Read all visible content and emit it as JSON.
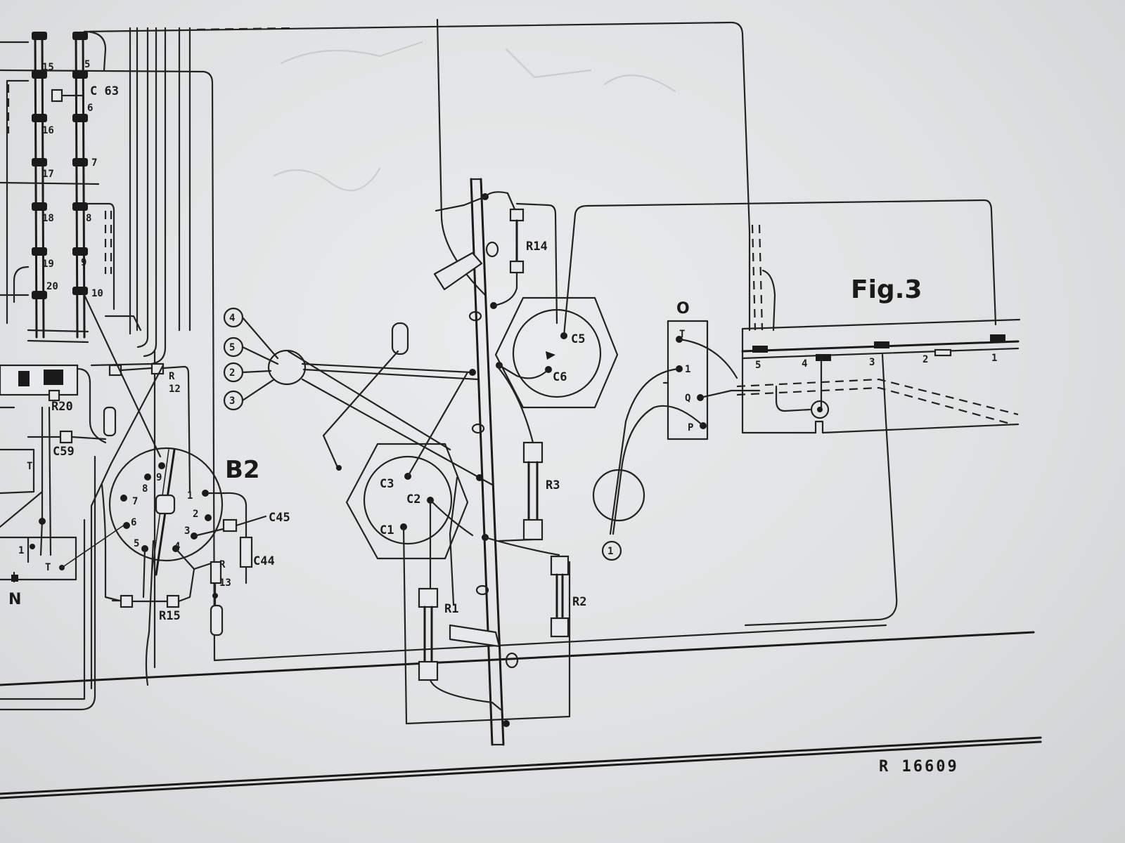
{
  "figure_label": "Fig.3",
  "reference": "R 16609",
  "tube_socket_label": "B2",
  "switch_label": "O",
  "ground_label": "N",
  "components": {
    "C63": "C 63",
    "C59": "C59",
    "C45": "C45",
    "C44": "C44",
    "R20": "R20",
    "R12_r": "R",
    "R12_n": "12",
    "R13_r": "R",
    "R13_n": "13",
    "R15": "R15",
    "R14": "R14",
    "R3": "R3",
    "R1": "R1",
    "R2": "R2",
    "C1": "C1",
    "C2": "C2",
    "C3": "C3",
    "C5": "C5",
    "C6": "C6"
  },
  "strip_left_numbers": [
    "15",
    "16",
    "17",
    "18",
    "19",
    "20"
  ],
  "strip_right_numbers": [
    "5",
    "6",
    "7",
    "8",
    "9",
    "10"
  ],
  "socket_pins": [
    "1",
    "2",
    "3",
    "4",
    "5",
    "6",
    "7",
    "8",
    "9"
  ],
  "circled_terminals": [
    "4",
    "5",
    "2",
    "3",
    "1"
  ],
  "switch_terminals": [
    "T",
    "1",
    "Q",
    "P"
  ],
  "terminal_strip": [
    "5",
    "4",
    "3",
    "2",
    "1"
  ],
  "left_box_terminals": [
    "T",
    "1",
    "T"
  ]
}
